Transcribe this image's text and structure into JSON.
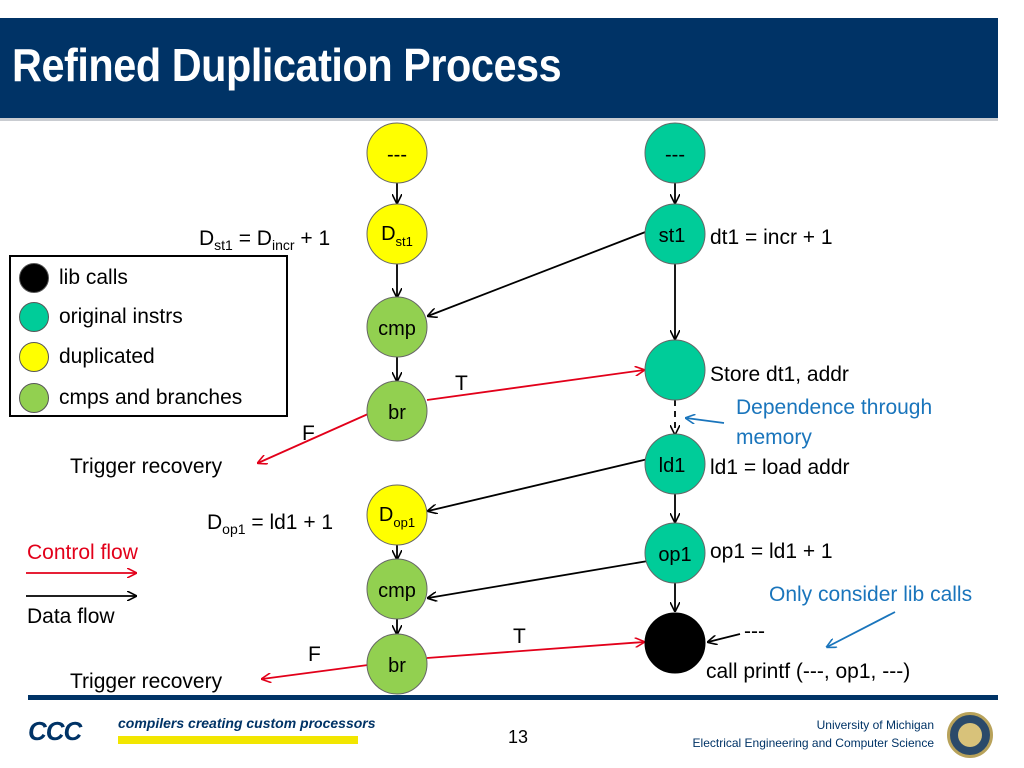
{
  "title": "Refined Duplication Process",
  "nodes": {
    "dup_top": {
      "text": "---",
      "color": "#ffff00"
    },
    "d_st1": {
      "main": "D",
      "sub": "st1",
      "color": "#ffff00"
    },
    "cmp1": {
      "text": "cmp",
      "color": "#92d050"
    },
    "br1": {
      "text": "br",
      "color": "#92d050"
    },
    "d_op1": {
      "main": "D",
      "sub": "op1",
      "color": "#ffff00"
    },
    "cmp2": {
      "text": "cmp",
      "color": "#92d050"
    },
    "br2": {
      "text": "br",
      "color": "#92d050"
    },
    "orig_top": {
      "text": "---",
      "color": "#00cc99"
    },
    "st1": {
      "text": "st1",
      "color": "#00cc99"
    },
    "store": {
      "text": "",
      "color": "#00cc99"
    },
    "ld1": {
      "text": "ld1",
      "color": "#00cc99"
    },
    "op1": {
      "text": "op1",
      "color": "#00cc99"
    },
    "call": {
      "text": "",
      "color": "#000000"
    }
  },
  "labels": {
    "d_st1_expr": {
      "p1": "D",
      "s1": "st1",
      "p2": " = D",
      "s2": "incr",
      "p3": " + 1"
    },
    "d_op1_expr": {
      "p1": "D",
      "s1": "op1",
      "p2": " = ld1 + 1"
    },
    "dt1_expr": "dt1 = incr + 1",
    "store_expr": "Store dt1, addr",
    "ld1_expr": "ld1 =  load addr",
    "op1_expr": "op1 =  ld1 + 1",
    "call_dash": "---",
    "call_expr": "call printf (---, op1, ---)",
    "dependence_line1": "Dependence through",
    "dependence_line2": "memory",
    "only_lib": "Only consider lib calls",
    "t1": "T",
    "f1": "F",
    "t2": "T",
    "f2": "F",
    "trigger1": "Trigger recovery",
    "trigger2": "Trigger recovery",
    "control_flow": "Control flow",
    "data_flow": "Data flow"
  },
  "legend": [
    {
      "label": "lib calls",
      "color": "#000000"
    },
    {
      "label": "original instrs",
      "color": "#00cc99"
    },
    {
      "label": "duplicated",
      "color": "#ffff00"
    },
    {
      "label": "cmps and branches",
      "color": "#92d050"
    }
  ],
  "colors": {
    "control_flow": "#e2001a",
    "data_flow": "#000000",
    "annotation": "#1a75bc",
    "title_bar": "#003366"
  },
  "footer": {
    "logo": "CCC",
    "tagline": "compilers creating custom processors",
    "page_number": "13",
    "university": "University of Michigan",
    "department": "Electrical Engineering and Computer Science"
  }
}
